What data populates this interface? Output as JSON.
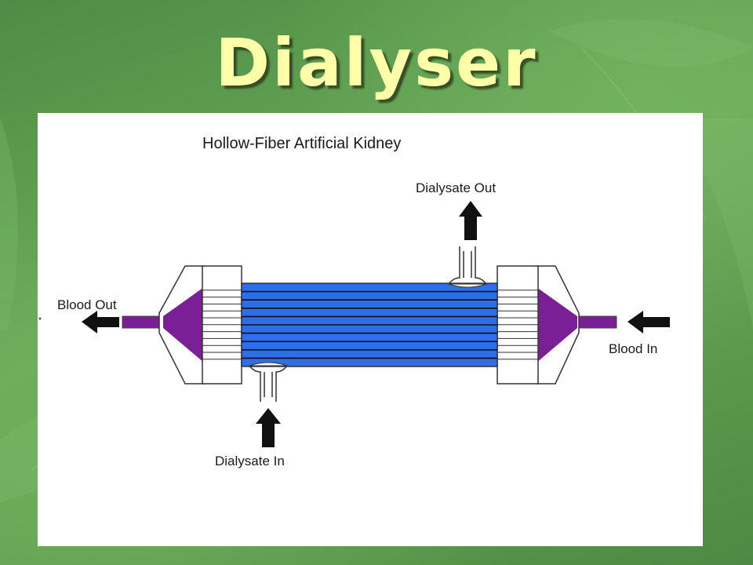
{
  "slide": {
    "title": "Dialyser"
  },
  "diagram": {
    "title": "Hollow-Fiber Artificial Kidney",
    "labels": {
      "dialysate_out": "Dialysate Out",
      "blood_out": "Blood Out",
      "blood_in": "Blood In",
      "dialysate_in": "Dialysate In"
    },
    "colors": {
      "fiber_blue": "#2e6fe8",
      "blood_purple": "#7a1f95",
      "background_green": "#5f9d52",
      "title_yellow": "#ffffaa"
    }
  }
}
